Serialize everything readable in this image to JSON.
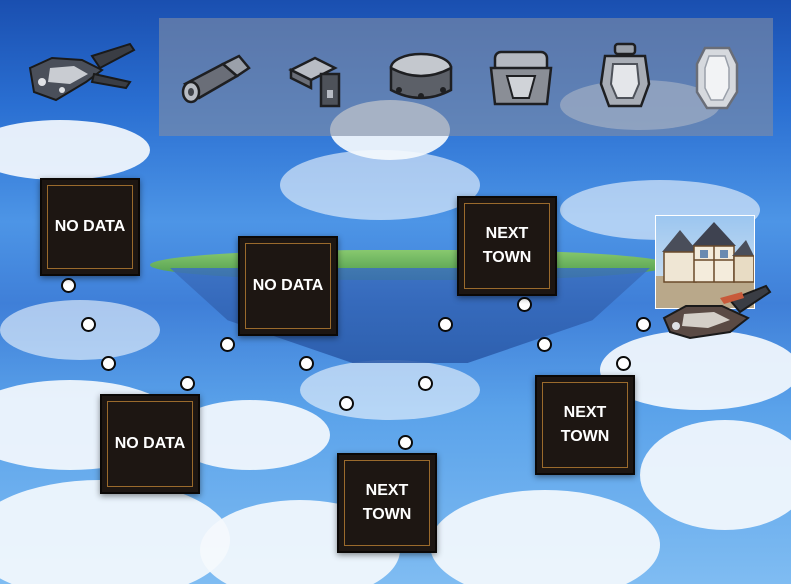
{
  "items": [
    {
      "icon": "canister-icon"
    },
    {
      "icon": "clamp-icon"
    },
    {
      "icon": "armor-plate-icon"
    },
    {
      "icon": "cuirass-icon"
    },
    {
      "icon": "lantern-icon"
    },
    {
      "icon": "crystal-icon"
    }
  ],
  "nodes": {
    "no_data_1": "NO DATA",
    "no_data_2": "NO DATA",
    "no_data_3": "NO DATA",
    "next_town_1": "NEXT\nTOWN",
    "next_town_2": "NEXT\nTOWN",
    "next_town_3": "NEXT\nTOWN"
  },
  "colors": {
    "sky": "#2a6fd2",
    "node_fill": "#1d1612",
    "node_trim": "#9a6a2c",
    "dot": "#ffffff"
  }
}
